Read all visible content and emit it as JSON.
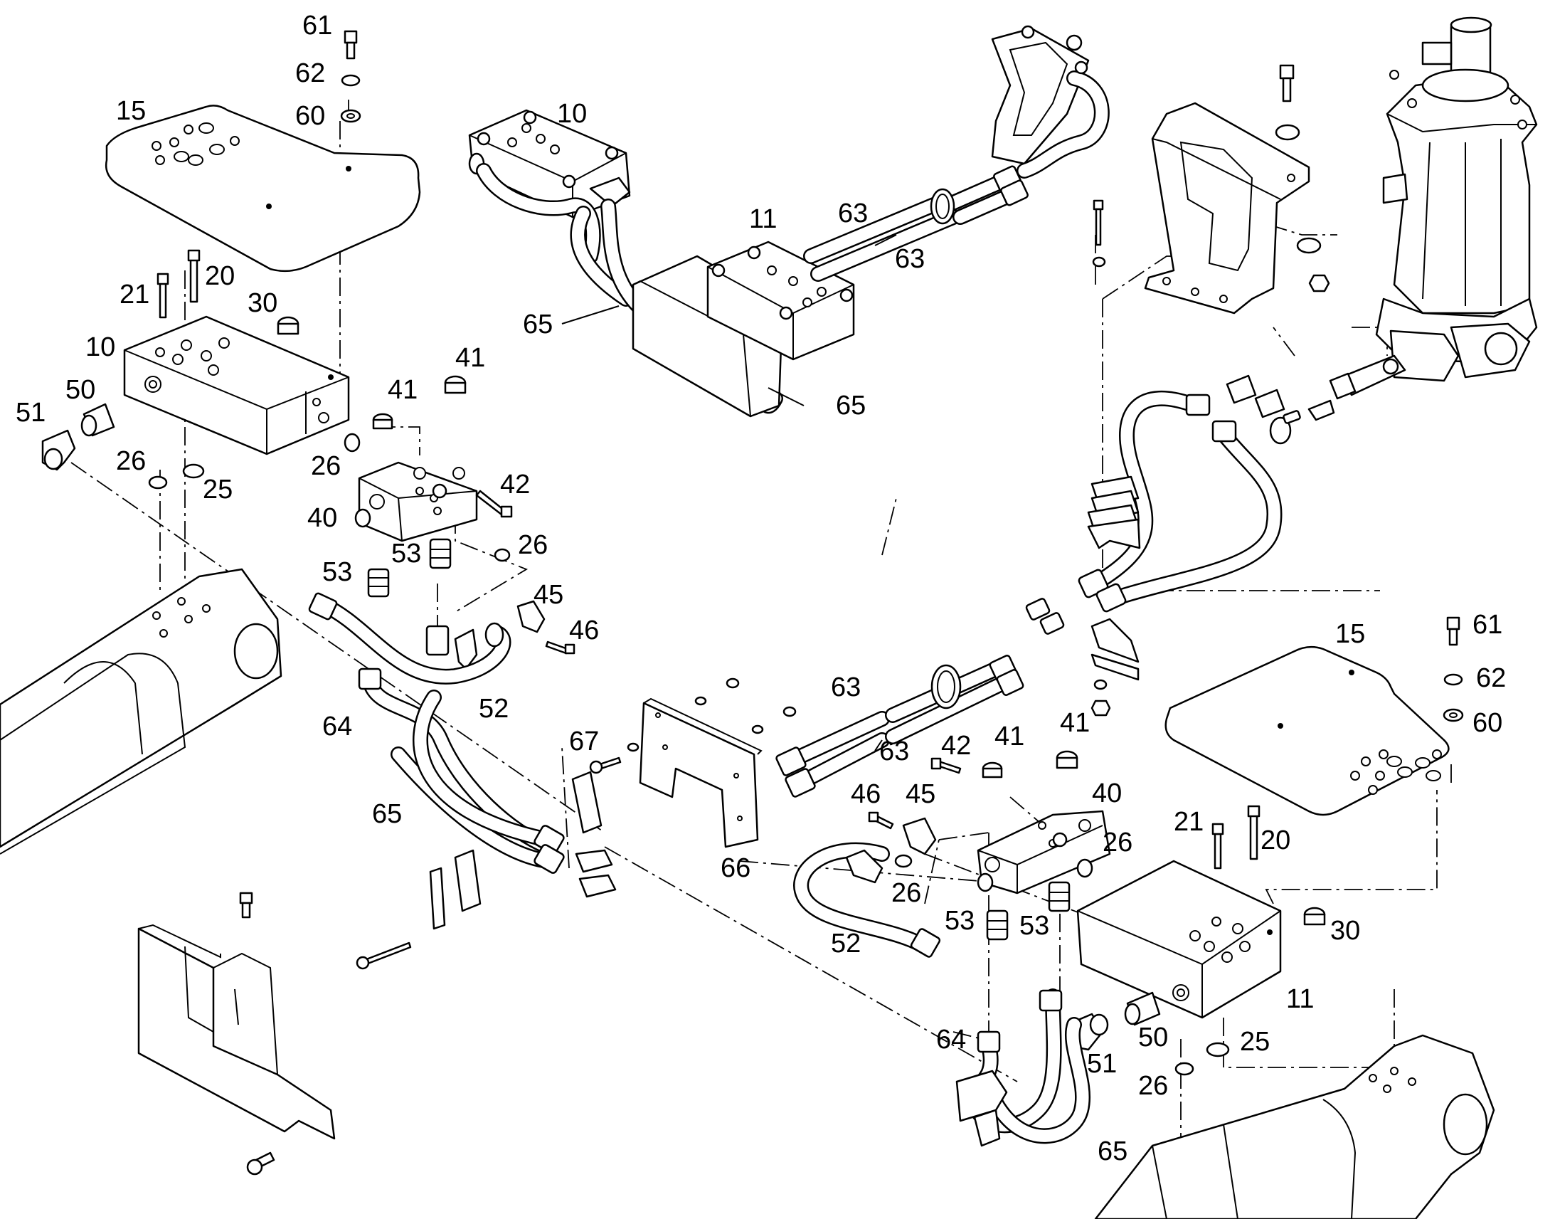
{
  "callouts": {
    "c61a": "61",
    "c62a": "62",
    "c60a": "60",
    "c15a": "15",
    "c21a": "21",
    "c20a": "20",
    "c30a": "30",
    "c10a": "10",
    "c50a": "50",
    "c51a": "51",
    "c26a": "26",
    "c26b": "26",
    "c25a": "25",
    "c41a": "41",
    "c41b": "41",
    "c42a": "42",
    "c40a": "40",
    "c26c": "26",
    "c53a": "53",
    "c53b": "53",
    "c45a": "45",
    "c46a": "46",
    "c52a": "52",
    "c64a": "64",
    "c65a": "65",
    "c10b": "10",
    "c11a": "11",
    "c63a": "63",
    "c63b": "63",
    "c65b": "65",
    "c65c": "65",
    "c63c": "63",
    "c63d": "63",
    "c67a": "67",
    "c66a": "66",
    "c61b": "61",
    "c15b": "15",
    "c62b": "62",
    "c60b": "60",
    "c42b": "42",
    "c41c": "41",
    "c41d": "41",
    "c40b": "40",
    "c46b": "46",
    "c45b": "45",
    "c26d": "26",
    "c26e": "26",
    "c21b": "21",
    "c20b": "20",
    "c53c": "53",
    "c53d": "53",
    "c30b": "30",
    "c52b": "52",
    "c11b": "11",
    "c64b": "64",
    "c50b": "50",
    "c51b": "51",
    "c25b": "25",
    "c26f": "26",
    "c65d": "65"
  }
}
